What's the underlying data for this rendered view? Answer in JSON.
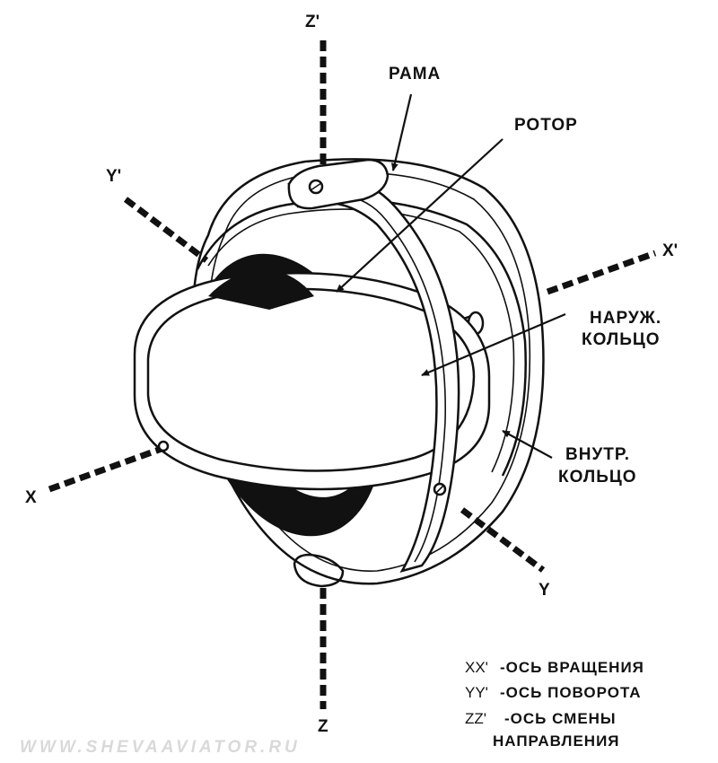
{
  "axes": {
    "z_top": "Z'",
    "z_bottom": "Z",
    "y_top": "Y'",
    "y_bottom": "Y",
    "x_right": "X'",
    "x_left": "X"
  },
  "parts": {
    "frame": "РАМА",
    "rotor": "РОТОР",
    "outer_ring_line1": "НАРУЖ.",
    "outer_ring_line2": "КОЛЬЦО",
    "inner_ring_line1": "ВНУТР.",
    "inner_ring_line2": "КОЛЬЦО"
  },
  "legend": [
    {
      "key": "XX'",
      "text": "-ОСЬ ВРАЩЕНИЯ"
    },
    {
      "key": "YY'",
      "text": "-ОСЬ ПОВОРОТА"
    },
    {
      "key": "ZZ'",
      "text": "-ОСЬ СМЕНЫ"
    }
  ],
  "legend_extra": "НАПРАВЛЕНИЯ",
  "watermark": "WWW.SHEVAAVIATOR.RU"
}
